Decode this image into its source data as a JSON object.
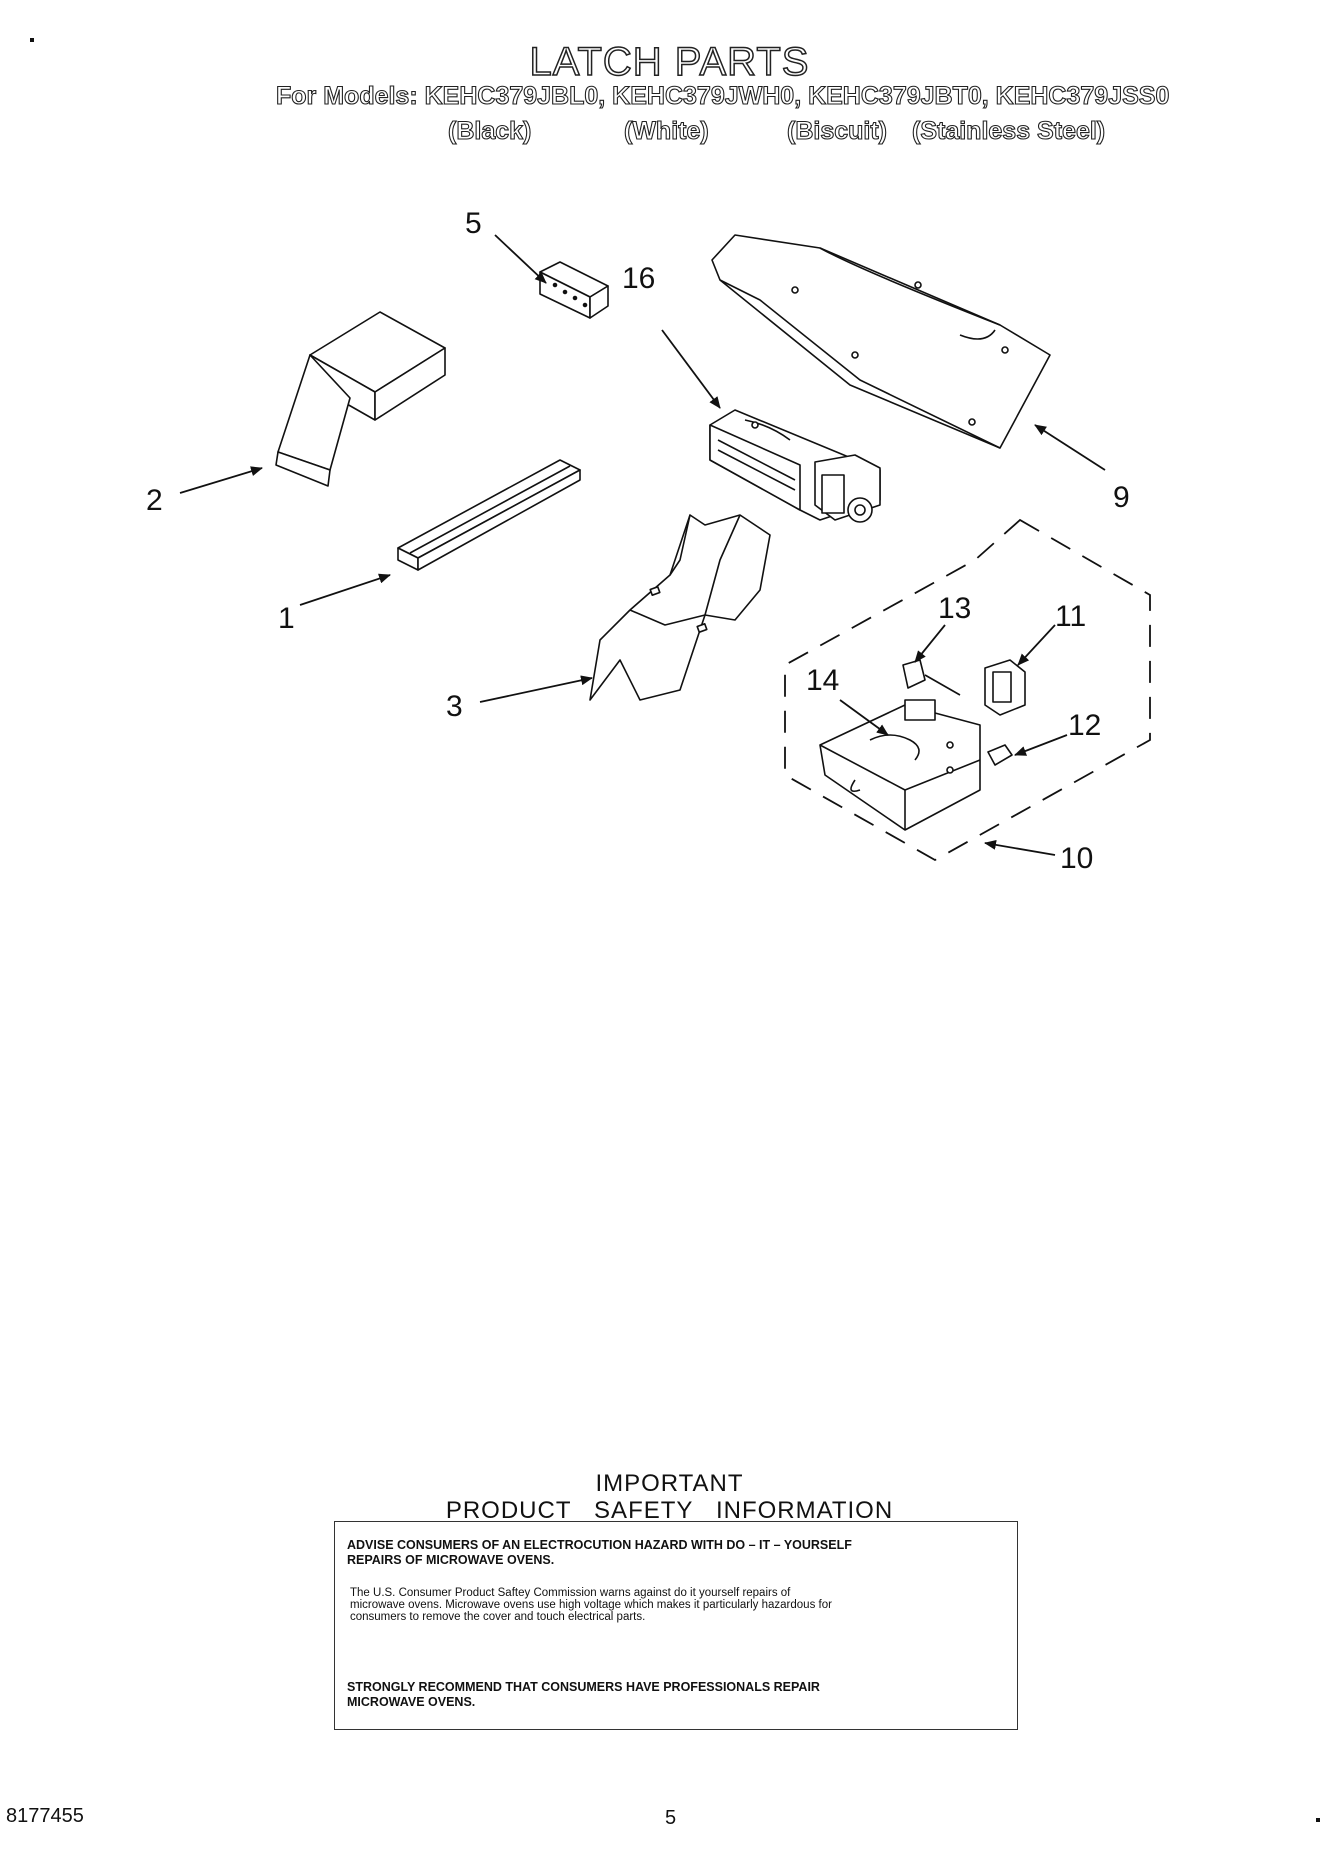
{
  "header": {
    "title": "LATCH PARTS",
    "models_line": "For Models: KEHC379JBL0, KEHC379JWH0, KEHC379JBT0, KEHC379JSS0",
    "colors": [
      "(Black)",
      "(White)",
      "(Biscuit)",
      "(Stainless Steel)"
    ]
  },
  "diagram": {
    "callouts": [
      "1",
      "2",
      "3",
      "5",
      "16",
      "9",
      "13",
      "11",
      "14",
      "12",
      "10"
    ]
  },
  "safety": {
    "heading_1": "IMPORTANT",
    "heading_2": "PRODUCT   SAFETY   INFORMATION",
    "advise_1": "ADVISE CONSUMERS OF AN ELECTROCUTION HAZARD WITH DO – IT – YOURSELF",
    "advise_2": "REPAIRS OF MICROWAVE OVENS.",
    "body_1": "The U.S. Consumer Product Saftey Commission warns against do    it    yourself repairs of",
    "body_2": "microwave ovens. Microwave ovens use high voltage which makes it particularly hazardous for",
    "body_3": "consumers to remove the cover and touch electrical parts.",
    "recommend_1": "STRONGLY RECOMMEND THAT CONSUMERS HAVE PROFESSIONALS  REPAIR",
    "recommend_2": "MICROWAVE OVENS."
  },
  "footer": {
    "doc_number": "8177455",
    "page_number": "5"
  }
}
